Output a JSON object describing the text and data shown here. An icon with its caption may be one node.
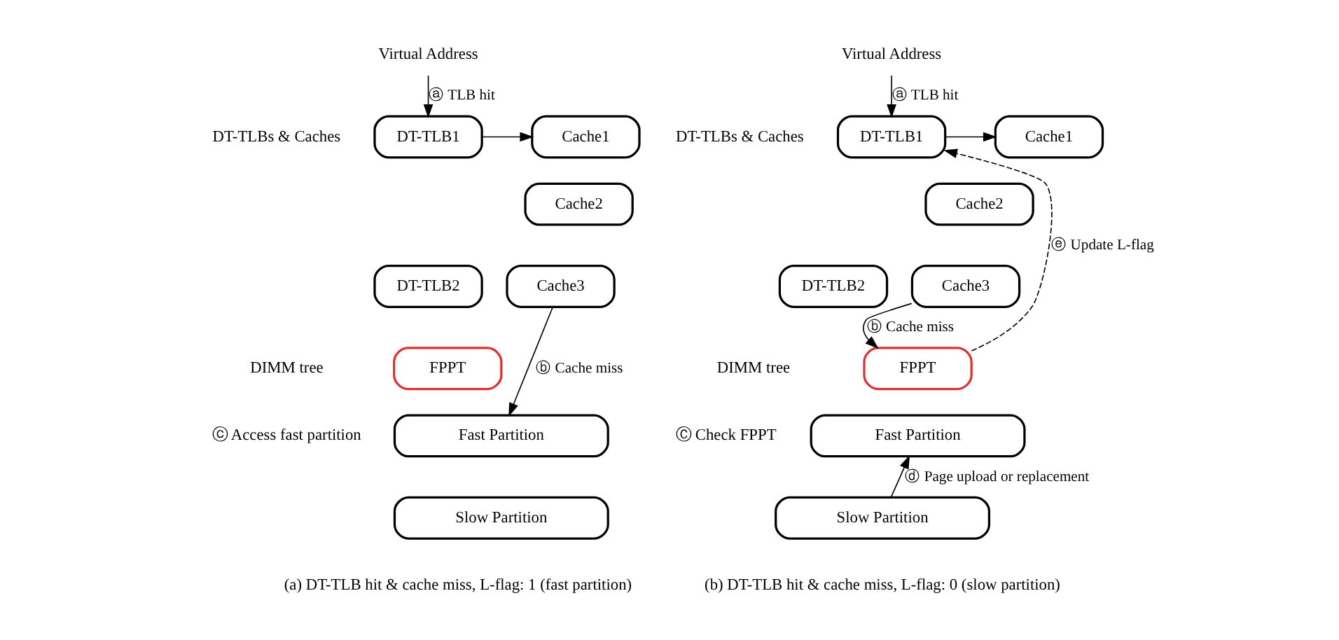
{
  "diagram": {
    "nodes": [
      {
        "text": [
          "Virtual Address"
        ]
      },
      {
        "text": [
          "DT-TLB1"
        ]
      },
      {
        "text": [
          "Cache1"
        ]
      },
      {
        "text": [
          "Cache2"
        ]
      },
      {
        "text": [
          "Cache3"
        ]
      },
      {
        "text": [
          "DT-TLB2"
        ]
      },
      {
        "text": [
          "FPPT"
        ]
      },
      {
        "text": [
          "Fast Partition"
        ]
      },
      {
        "text": [
          "Slow Partition"
        ]
      },
      {
        "text": [
          "Virtual Address"
        ]
      },
      {
        "text": [
          "DT-TLB1"
        ]
      },
      {
        "text": [
          "Cache1"
        ]
      },
      {
        "text": [
          "Cache2"
        ]
      },
      {
        "text": [
          "Cache3"
        ]
      },
      {
        "text": [
          "DT-TLB2"
        ]
      },
      {
        "text": [
          "FPPT"
        ]
      },
      {
        "text": [
          "Fast Partition"
        ]
      },
      {
        "text": [
          "Slow Partition"
        ]
      }
    ],
    "edges": [
      {
        "from": 0,
        "to": 1,
        "arrow": "to",
        "label": "ⓐ TLB hit"
      },
      {
        "from": 1,
        "to": 2,
        "arrow": "to"
      },
      {
        "from": 4,
        "to": 7,
        "arrow": "to",
        "label": "ⓑ Cache miss"
      },
      {
        "from": 9,
        "to": 10,
        "arrow": "to",
        "label": "ⓐ TLB hit"
      },
      {
        "from": 10,
        "to": 11,
        "arrow": "to"
      },
      {
        "from": 13,
        "to": 15,
        "arrow": "to",
        "label": "ⓑ Cache miss"
      },
      {
        "from": 15,
        "to": 10,
        "arrow": "to",
        "label": "ⓔ Update L-flag",
        "style": "dashed"
      },
      {
        "from": 17,
        "to": 16,
        "arrow": "to",
        "label": "ⓓ Page upload or replacement"
      }
    ],
    "labels": [
      "DT-TLBs & Caches",
      "DIMM tree",
      "ⓒ Access fast partition",
      "(a) DT-TLB hit & cache miss, L-flag: 1 (fast partition)",
      "DT-TLBs & Caches",
      "DIMM tree",
      "Ⓒ Check FPPT",
      "(b) DT-TLB hit & cache miss, L-flag: 0 (slow partition)"
    ]
  }
}
